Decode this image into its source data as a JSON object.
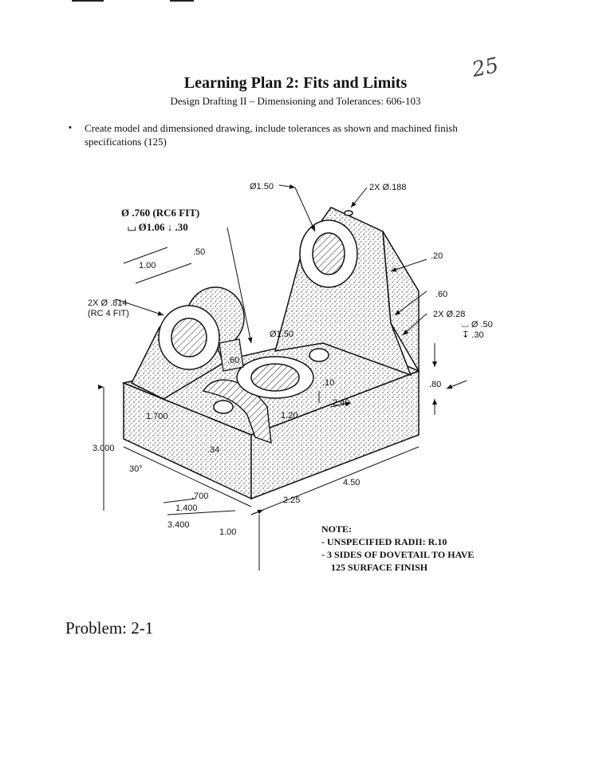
{
  "header": {
    "title": "Learning Plan 2: Fits and Limits",
    "subtitle": "Design Drafting II – Dimensioning and Tolerances: 606-103",
    "handwritten_mark": "25"
  },
  "instructions": {
    "bullet": "▪",
    "text": "Create model and dimensioned drawing, include tolerances as shown and machined finish specifications (125)"
  },
  "drawing": {
    "labels": {
      "top_dia": "Ø1.50",
      "top_holes": "2X   Ø.188",
      "fit1": "Ø .760 (RC6 FIT)",
      "cbore": "⌴ Ø1.06 ↓ .30",
      "d50": ".50",
      "d100a": "1.00",
      "boss_holes_1": "2X   Ø .814",
      "boss_holes_2": "(RC 4 FIT)",
      "d60a": ".60",
      "center_dia": "Ø1.50",
      "d20": ".20",
      "d60b": ".60",
      "side_holes_1": "2X  Ø.28",
      "side_holes_2": "⌴ Ø .50",
      "side_holes_3": "↧ .30",
      "d10": ".10",
      "d80": ".80",
      "d240": "2.40",
      "d1700": "1.700",
      "d120": "1.20",
      "d3000": "3.000",
      "d34": ".34",
      "angle": "30°",
      "d700": ".700",
      "d1400": "1.400",
      "d3400": "3.400",
      "d100b": "1.00",
      "d225": "2.25",
      "d450": "4.50"
    }
  },
  "note": {
    "heading": "NOTE:",
    "line1": "- UNSPECIFIED RADII: R.10",
    "line2": "- 3 SIDES OF DOVETAIL TO HAVE",
    "line3": "125 SURFACE FINISH"
  },
  "footer": {
    "problem": "Problem: 2-1"
  }
}
